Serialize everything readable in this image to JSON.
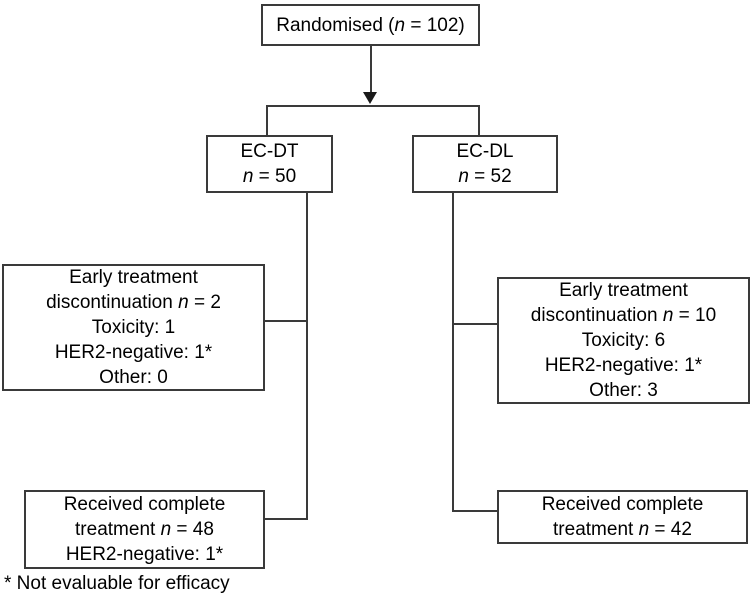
{
  "diagram": {
    "type": "consort-flow-diagram",
    "title": "Randomised trial participant flow",
    "line_color": "#3a3a3a",
    "background": "#ffffff"
  },
  "randomised": {
    "label": "Randomised (",
    "n_symbol": "n",
    "n_value": " = 102)"
  },
  "arms": [
    {
      "name": "EC-DT",
      "n_symbol": "n",
      "n_value": " = 50"
    },
    {
      "name": "EC-DL",
      "n_symbol": "n",
      "n_value": " = 52"
    }
  ],
  "discontinuation_left": {
    "line1": "Early treatment",
    "line2_prefix": "discontinuation ",
    "n_symbol": "n",
    "n_value": " = 2",
    "toxicity": "Toxicity: 1",
    "her2_negative": "HER2-negative: 1*",
    "other": "Other: 0"
  },
  "discontinuation_right": {
    "line1": "Early treatment",
    "line2_prefix": "discontinuation  ",
    "n_symbol": "n",
    "n_value": " = 10",
    "toxicity": "Toxicity: 6",
    "her2_negative": "HER2-negative: 1*",
    "other": "Other: 3"
  },
  "completed_left": {
    "line1": "Received complete",
    "line2_prefix": "treatment ",
    "n_symbol": "n",
    "n_value": " = 48",
    "her2_negative": "HER2-negative: 1*"
  },
  "completed_right": {
    "line1": "Received complete",
    "line2_prefix": "treatment ",
    "n_symbol": "n",
    "n_value": " = 42"
  },
  "footnote": {
    "text": "* Not evaluable for efficacy"
  }
}
